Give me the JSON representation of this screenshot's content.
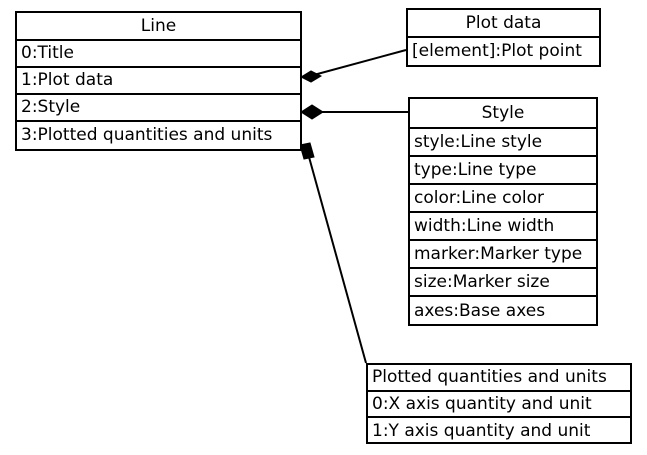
{
  "diagram": {
    "type": "uml-class-diagram",
    "background_color": "#ffffff",
    "line_color": "#000000",
    "classes": [
      {
        "id": "line",
        "name": "Line",
        "title_align": "center",
        "attributes": [
          "0:Title",
          "1:Plot data",
          "2:Style",
          "3:Plotted quantities and units"
        ]
      },
      {
        "id": "plotdata",
        "name": "Plot data",
        "title_align": "center",
        "attributes": [
          "[element]:Plot point"
        ]
      },
      {
        "id": "style",
        "name": "Style",
        "title_align": "center",
        "attributes": [
          "style:Line style",
          "type:Line type",
          "color:Line color",
          "width:Line width",
          "marker:Marker type",
          "size:Marker size",
          "axes:Base axes"
        ]
      },
      {
        "id": "pqu",
        "name": "Plotted quantities and units",
        "title_align": "left",
        "attributes": [
          "0:X axis quantity and unit",
          "1:Y axis quantity and unit"
        ]
      }
    ],
    "relations": [
      {
        "id": "line-plotdata",
        "kind": "composition",
        "marker": "filled-diamond",
        "from": "line",
        "from_attribute": "1:Plot data",
        "to": "plotdata"
      },
      {
        "id": "line-style",
        "kind": "composition",
        "marker": "filled-diamond",
        "from": "line",
        "from_attribute": "2:Style",
        "to": "style"
      },
      {
        "id": "line-pqu",
        "kind": "composition",
        "marker": "filled-diamond",
        "from": "line",
        "from_attribute": "3:Plotted quantities and units",
        "to": "pqu"
      }
    ]
  }
}
